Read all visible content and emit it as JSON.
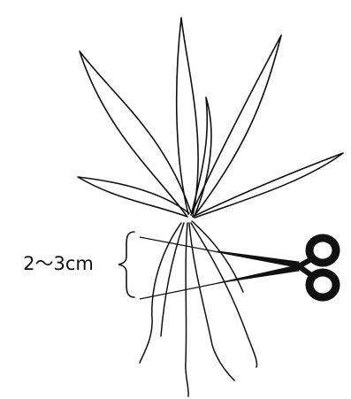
{
  "diagram": {
    "measurement_label": "2～3cm",
    "colors": {
      "line": "#111111",
      "background": "#ffffff"
    },
    "elements": [
      "plant-leaves",
      "plant-roots",
      "measurement-brace",
      "cut-guide-lines",
      "scissors-icon"
    ]
  }
}
